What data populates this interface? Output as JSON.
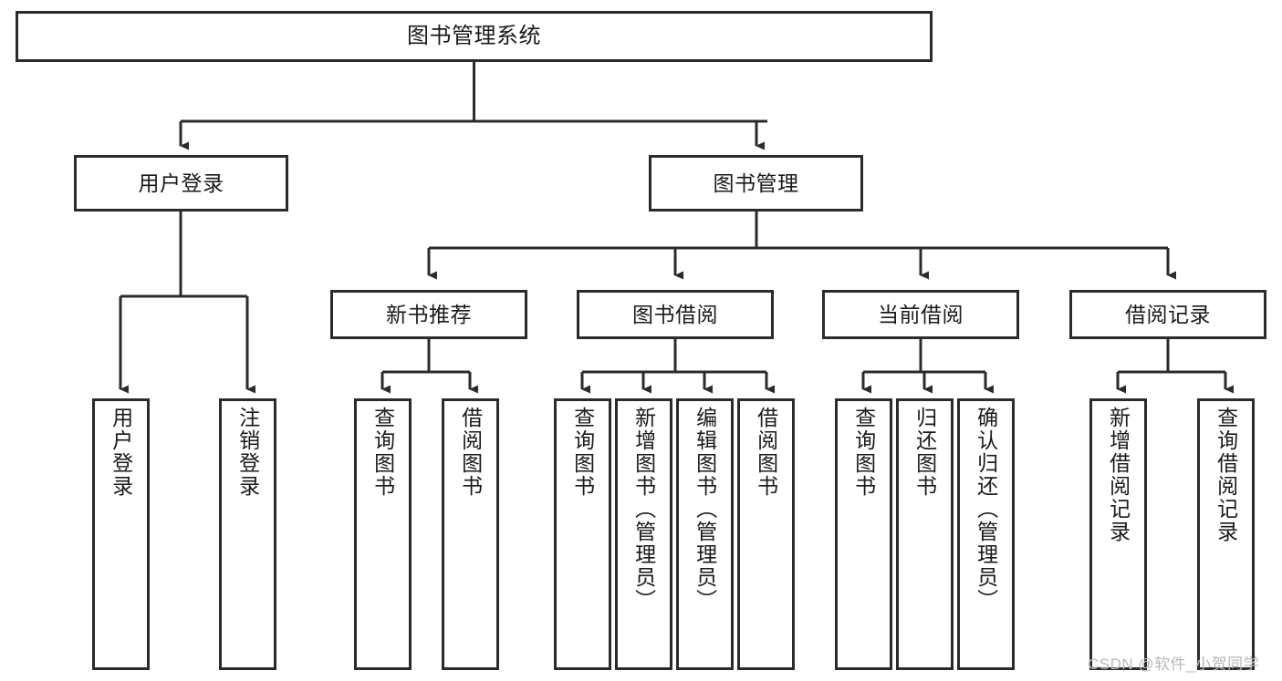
{
  "diagram": {
    "type": "tree-hierarchy",
    "title": "图书管理系统",
    "orientation": "top-down",
    "line_color": "#2b2b2b",
    "box_fill": "#ffffff",
    "text_color": "#1a1a1a"
  },
  "nodes": {
    "root": {
      "label": "图书管理系统"
    },
    "level2": [
      {
        "id": "user-login",
        "label": "用户登录"
      },
      {
        "id": "book-management",
        "label": "图书管理"
      }
    ],
    "level3": [
      {
        "id": "new-book-recommend",
        "label": "新书推荐"
      },
      {
        "id": "book-borrow",
        "label": "图书借阅"
      },
      {
        "id": "current-borrow",
        "label": "当前借阅"
      },
      {
        "id": "borrow-record",
        "label": "借阅记录"
      }
    ],
    "leaves": {
      "user_login": [
        {
          "id": "leaf-user-login",
          "label": "用户登录"
        },
        {
          "id": "leaf-logout-login",
          "label": "注销登录"
        }
      ],
      "new_book_recommend": [
        {
          "id": "leaf-query-book-1",
          "label": "查询图书"
        },
        {
          "id": "leaf-borrow-book-1",
          "label": "借阅图书"
        }
      ],
      "book_borrow": [
        {
          "id": "leaf-query-book-2",
          "label": "查询图书"
        },
        {
          "id": "leaf-add-book",
          "label": "新增图书（管理员）"
        },
        {
          "id": "leaf-edit-book",
          "label": "编辑图书（管理员）"
        },
        {
          "id": "leaf-borrow-book-2",
          "label": "借阅图书"
        }
      ],
      "current_borrow": [
        {
          "id": "leaf-query-book-3",
          "label": "查询图书"
        },
        {
          "id": "leaf-return-book",
          "label": "归还图书"
        },
        {
          "id": "leaf-confirm-return",
          "label": "确认归还（管理员）"
        }
      ],
      "borrow_record": [
        {
          "id": "leaf-add-record",
          "label": "新增借阅记录"
        },
        {
          "id": "leaf-query-record",
          "label": "查询借阅记录"
        }
      ]
    }
  },
  "watermark": {
    "text": "CSDN @软件_小贺同学"
  }
}
